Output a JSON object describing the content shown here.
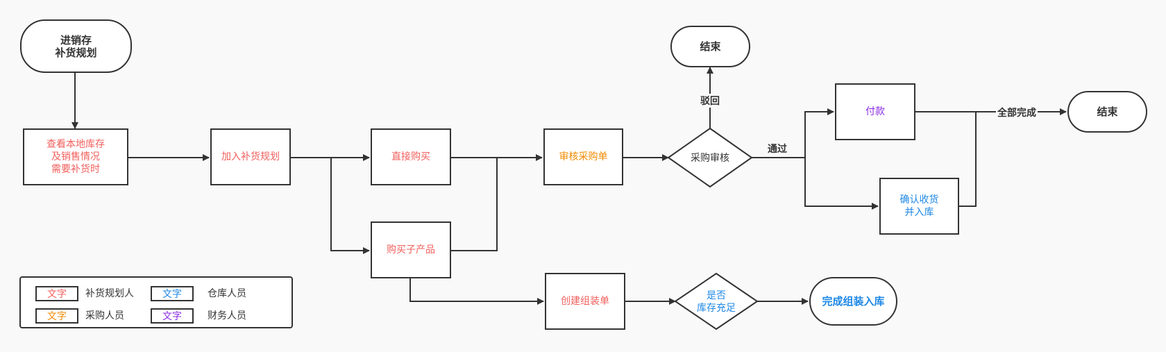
{
  "colors": {
    "planner": "#f0605d",
    "warehouse": "#1e88e5",
    "purchaser": "#f08a00",
    "finance": "#8a2be2",
    "line": "#333333"
  },
  "nodes": {
    "start": "进销存\n补货规划",
    "check_inventory": "查看本地库存\n及销售情况\n需要补货时",
    "add_plan": "加入补货规划",
    "direct_buy": "直接购买",
    "buy_sub": "购买子产品",
    "review_po": "审核采购单",
    "purchase_review": "采购审核",
    "end_top": "结束",
    "pay": "付款",
    "confirm_receipt": "确认收货\n并入库",
    "end_right": "结束",
    "create_assembly": "创建组装单",
    "stock_check": "是否\n库存充足",
    "complete_assembly": "完成组装入库"
  },
  "edge_labels": {
    "reject": "驳回",
    "pass": "通过",
    "all_done": "全部完成"
  },
  "legend": [
    {
      "swatch": "文字",
      "label": "补货规划人",
      "role": "planner"
    },
    {
      "swatch": "文字",
      "label": "仓库人员",
      "role": "warehouse"
    },
    {
      "swatch": "文字",
      "label": "采购人员",
      "role": "purchaser"
    },
    {
      "swatch": "文字",
      "label": "财务人员",
      "role": "finance"
    }
  ]
}
